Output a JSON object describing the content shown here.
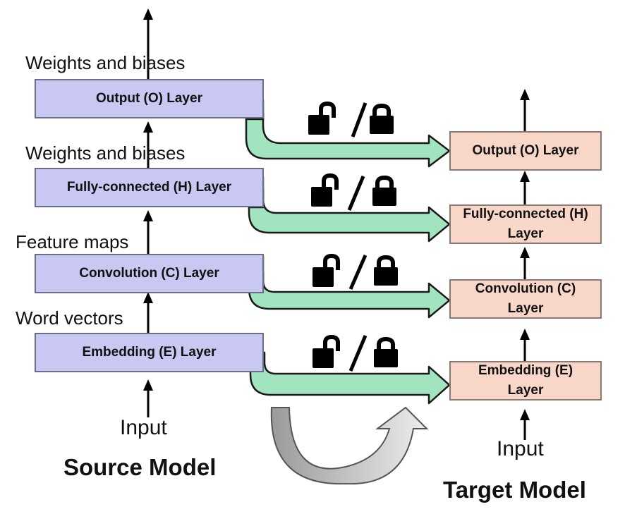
{
  "source": {
    "title": "Source Model",
    "input_label": "Input",
    "layers": {
      "output": "Output (O) Layer",
      "fc": "Fully-connected (H) Layer",
      "conv": "Convolution (C) Layer",
      "emb": "Embedding (E) Layer"
    },
    "edge_labels": {
      "top": "Weights and  biases",
      "fc_to_out": "Weights and  biases",
      "conv_to_fc": "Feature maps",
      "emb_to_conv": "Word vectors"
    }
  },
  "target": {
    "title": "Target Model",
    "input_label": "Input",
    "layers": {
      "output": "Output (O) Layer",
      "fc": "Fully-connected (H) Layer",
      "conv": "Convolution (C) Layer",
      "emb": "Embedding (E) Layer"
    }
  },
  "transfer": {
    "slash": "/"
  },
  "colors": {
    "source_fill": "#c9c8f2",
    "target_fill": "#f8d7c8",
    "transfer_arrow": "#a3e4c0",
    "connector": "#7f9cc0"
  },
  "icons": [
    "unlocked-padlock-icon",
    "locked-padlock-icon",
    "curved-return-arrow"
  ]
}
